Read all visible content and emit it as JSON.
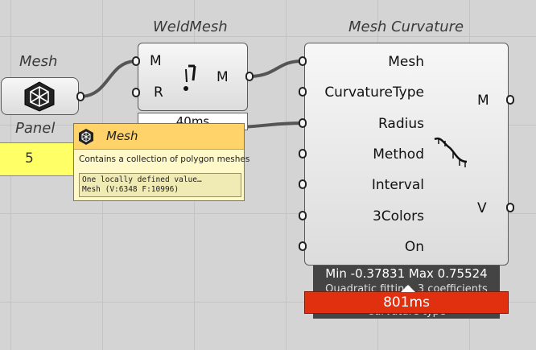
{
  "components": {
    "mesh": {
      "title": "Mesh"
    },
    "panel": {
      "title": "Panel",
      "value": "5"
    },
    "weld_mesh": {
      "title": "WeldMesh",
      "inputs": [
        "M",
        "R"
      ],
      "output": "M",
      "timing": "40ms"
    },
    "mesh_curvature": {
      "title": "Mesh Curvature",
      "inputs": [
        "Mesh",
        "CurvatureType",
        "Radius",
        "Method",
        "Interval",
        "3Colors",
        "On"
      ],
      "outputs": [
        "M",
        "V"
      ],
      "message": "Min -0.37831 Max 0.75524",
      "message2": "Quadratic fitting, 3 coefficients",
      "message3": "Curvature type",
      "timing": "801ms"
    }
  },
  "tooltip": {
    "title": "Mesh",
    "description": "Contains a collection of polygon meshes",
    "code_line1": "One locally defined value…",
    "code_line2": "Mesh (V:6348  F:10996)"
  },
  "colors": {
    "canvas": "#d4d4d4",
    "panel_fill": "#ffff66",
    "timing_bar": "#e03010",
    "tooltip_header": "#ffd36a"
  }
}
